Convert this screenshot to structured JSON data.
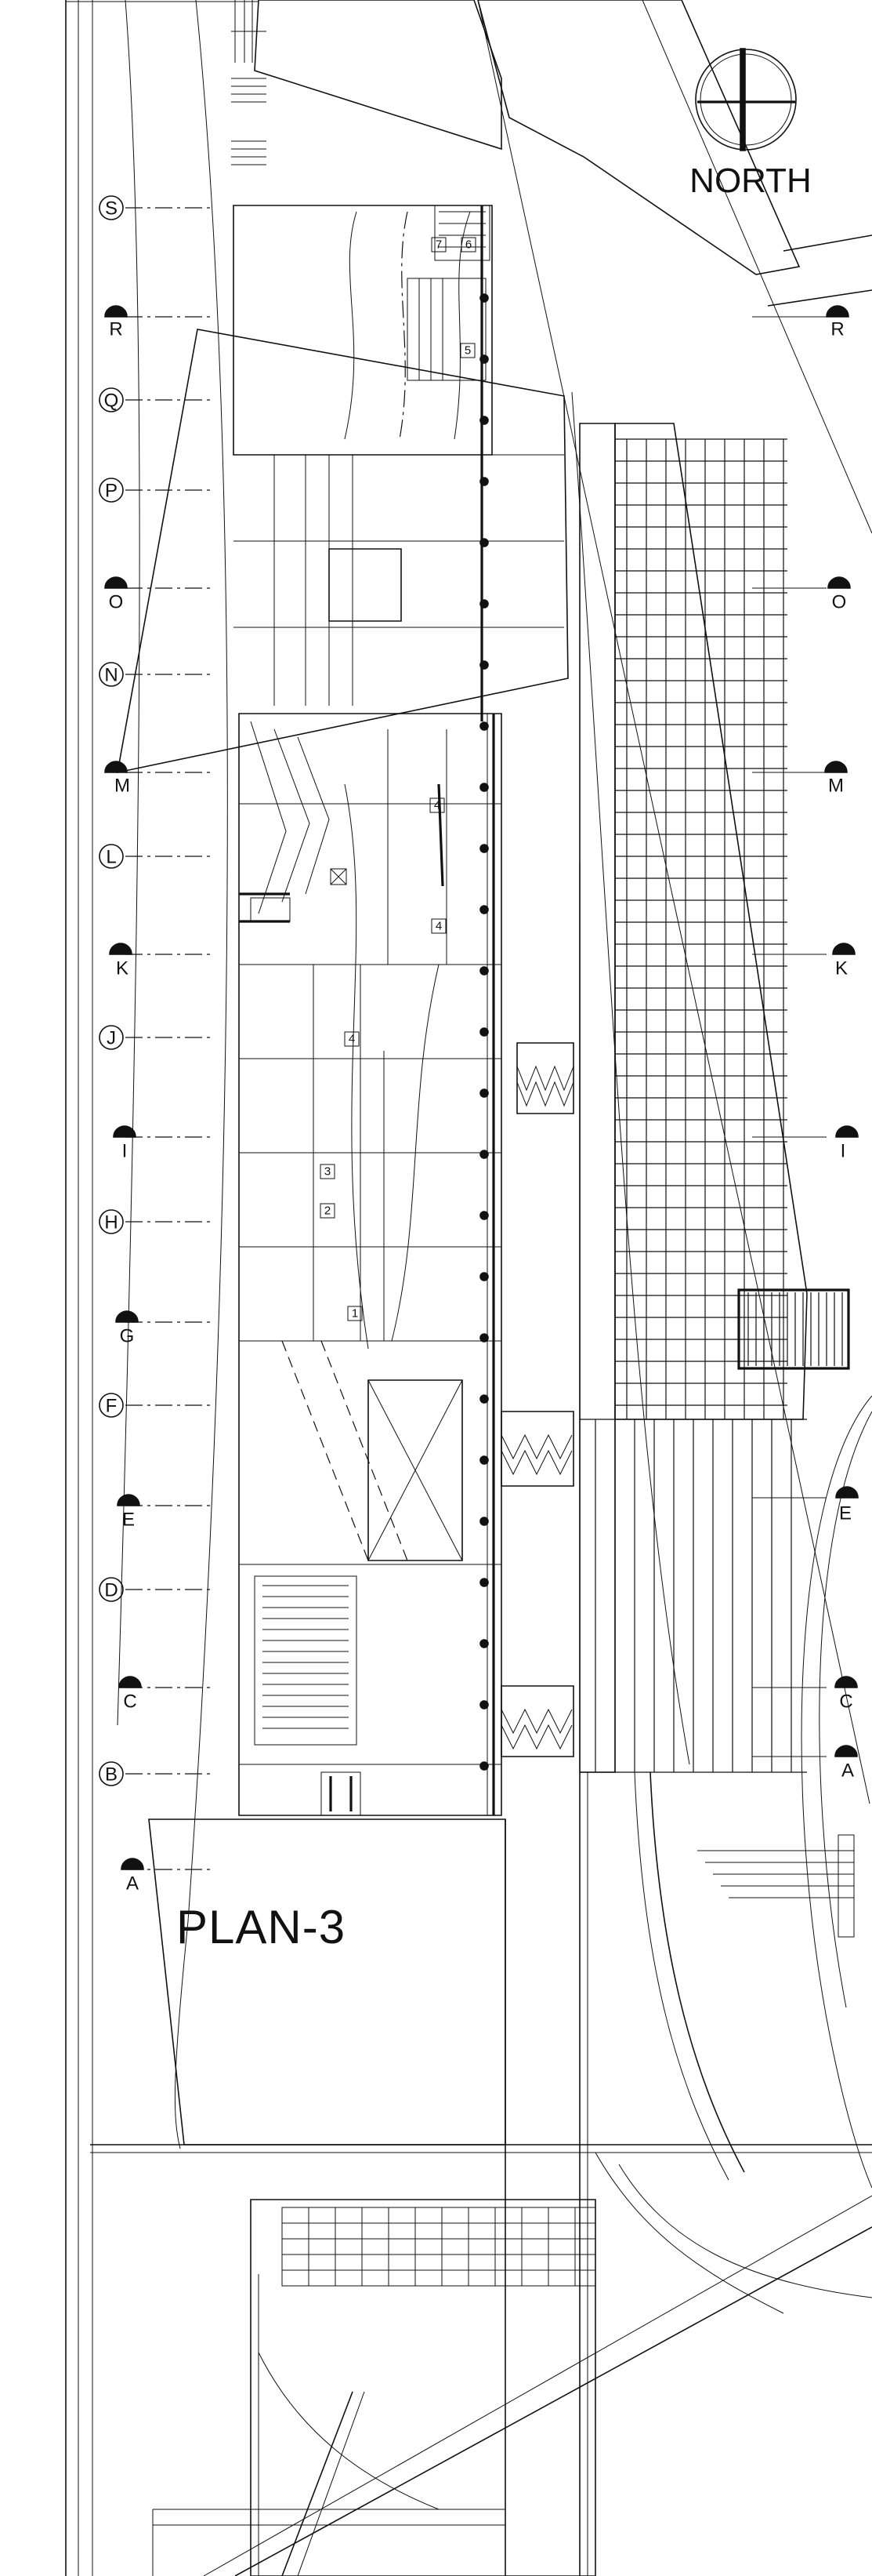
{
  "drawing": {
    "title": "PLAN-3",
    "north_label": "NORTH"
  },
  "grid_lines_left": {
    "circles": [
      "S",
      "Q",
      "P",
      "N",
      "L",
      "J",
      "H",
      "F",
      "D",
      "B"
    ],
    "markers": [
      "R",
      "O",
      "M",
      "K",
      "I",
      "G",
      "E",
      "C",
      "A"
    ]
  },
  "grid_lines_right": {
    "markers": [
      "R",
      "O",
      "M",
      "K",
      "I",
      "E",
      "C",
      "A"
    ]
  },
  "room_numbers": [
    "7",
    "6",
    "5",
    "4",
    "4",
    "4",
    "3",
    "2",
    "1"
  ],
  "colors": {
    "ink": "#111111",
    "paper": "#ffffff"
  }
}
